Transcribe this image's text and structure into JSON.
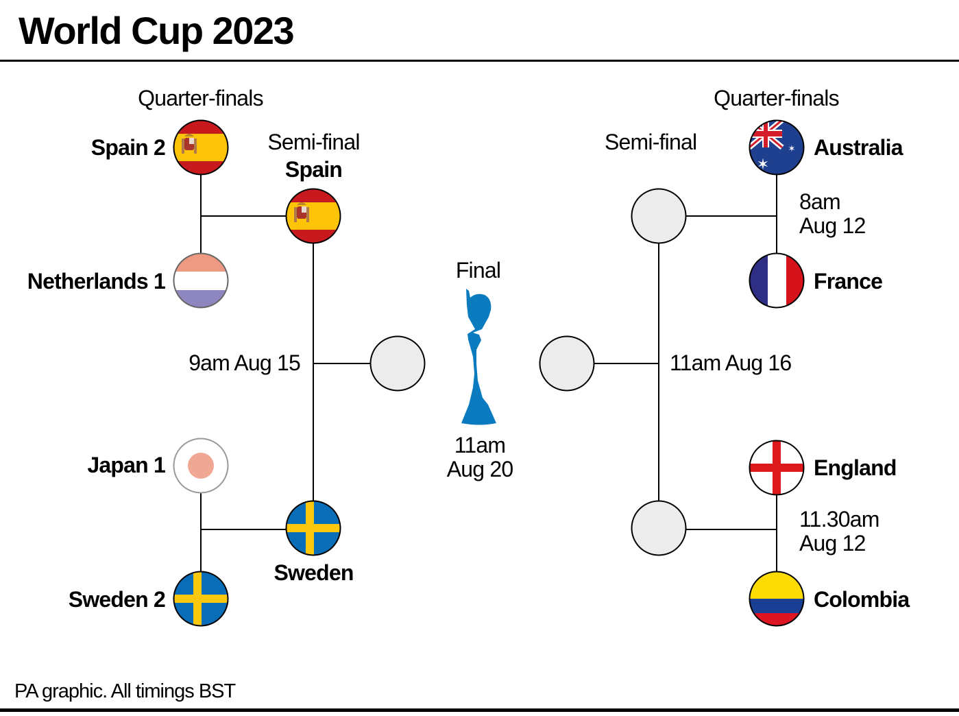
{
  "header": {
    "title": "World Cup 2023"
  },
  "footer": {
    "credit": "PA graphic. All timings BST"
  },
  "colors": {
    "spain_red": "#c8191e",
    "spain_yellow": "#fcc307",
    "netherlands_red": "#ee9a83",
    "netherlands_blue": "#8e86bf",
    "japan_red": "#f0a895",
    "sweden_blue": "#0a6db7",
    "sweden_yellow": "#fcc80d",
    "australia_blue": "#1f3f8f",
    "australia_red": "#d51c2a",
    "france_blue": "#2e2f84",
    "france_red": "#d6131b",
    "england_red": "#dc1a1d",
    "colombia_yellow": "#fcdc04",
    "colombia_blue": "#183f94",
    "colombia_red": "#dd1421",
    "empty_slot": "#ececec",
    "trophy": "#0a7bbf"
  },
  "left": {
    "stage_qf": "Quarter-finals",
    "stage_sf": "Semi-final",
    "qf1": {
      "team_a": "Spain 2",
      "team_b": "Netherlands 1"
    },
    "qf2": {
      "team_a": "Japan 1",
      "team_b": "Sweden 2"
    },
    "sf": {
      "winner_top": "Spain",
      "winner_bottom": "Sweden",
      "time": "9am Aug 15"
    }
  },
  "final": {
    "label": "Final",
    "time_line1": "11am",
    "time_line2": "Aug 20",
    "icon": "trophy-icon"
  },
  "right": {
    "stage_qf": "Quarter-finals",
    "stage_sf": "Semi-final",
    "qf1": {
      "team_a": "Australia",
      "team_b": "France",
      "time_line1": "8am",
      "time_line2": "Aug 12"
    },
    "qf2": {
      "team_a": "England",
      "team_b": "Colombia",
      "time_line1": "11.30am",
      "time_line2": "Aug 12"
    },
    "sf": {
      "time": "11am Aug 16"
    }
  }
}
